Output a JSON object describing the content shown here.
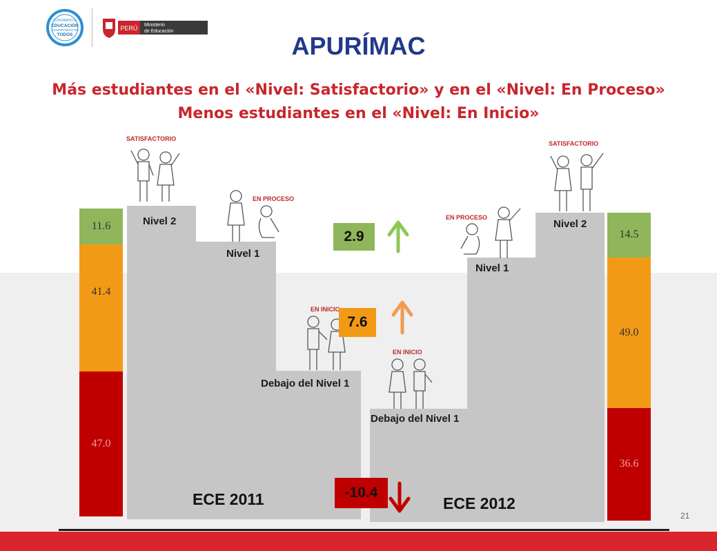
{
  "header": {
    "logo_circle_text": [
      "CONTANDO A",
      "EDUCACIÓN",
      "COMPROMISO DE",
      "TODOS"
    ],
    "logo_country": "PERÚ",
    "logo_ministry": [
      "Ministerio",
      "de Educación"
    ]
  },
  "title": "APURÍMAC",
  "subtitle_line1": "Más estudiantes en el «Nivel: Satisfactorio» y en el «Nivel: En Proceso»",
  "subtitle_line2": "Menos estudiantes en el «Nivel: En Inicio»",
  "page_number": "21",
  "step_labels": {
    "left_nivel2": "Nivel 2",
    "left_nivel1": "Nivel 1",
    "left_debajo": "Debajo del Nivel 1",
    "right_nivel2": "Nivel 2",
    "right_nivel1": "Nivel 1",
    "right_debajo": "Debajo del Nivel 1"
  },
  "illustration_tags": {
    "left_satisfactorio": "SATISFACTORIO",
    "left_en_proceso": "EN PROCESO",
    "left_en_inicio": "EN INICIO",
    "right_en_inicio": "EN INICIO",
    "right_en_proceso": "EN PROCESO",
    "right_satisfactorio": "SATISFACTORIO"
  },
  "colors": {
    "satisfactorio": "#8fb65a",
    "en_proceso": "#f29a16",
    "en_inicio": "#c00000",
    "title": "#22398a",
    "subtitle": "#c8262c",
    "step_gray": "#c6c6c6"
  },
  "chart_data": [
    {
      "type": "bar",
      "stacked": true,
      "categories": [
        "ECE 2011",
        "ECE 2012"
      ],
      "series": [
        {
          "name": "Debajo del Nivel 1",
          "values": [
            47.0,
            36.6
          ]
        },
        {
          "name": "Nivel 1",
          "values": [
            41.4,
            49.0
          ]
        },
        {
          "name": "Nivel 2",
          "values": [
            11.6,
            14.5
          ]
        }
      ],
      "value_labels": {
        "ECE 2011": {
          "Nivel 2": "11.6",
          "Nivel 1": "41.4",
          "Debajo del Nivel 1": "47.0"
        },
        "ECE 2012": {
          "Nivel 2": "14.5",
          "Nivel 1": "49.0",
          "Debajo del Nivel 1": "36.6"
        }
      },
      "ylim": [
        0,
        100
      ]
    },
    {
      "type": "table",
      "changes": [
        {
          "label": "2.9",
          "value": 2.9,
          "direction": "up",
          "color": "#8fb65a"
        },
        {
          "label": "7.6",
          "value": 7.6,
          "direction": "up",
          "color": "#f29a16"
        },
        {
          "label": "-10.4",
          "value": -10.4,
          "direction": "down",
          "color": "#c00000"
        }
      ]
    }
  ]
}
